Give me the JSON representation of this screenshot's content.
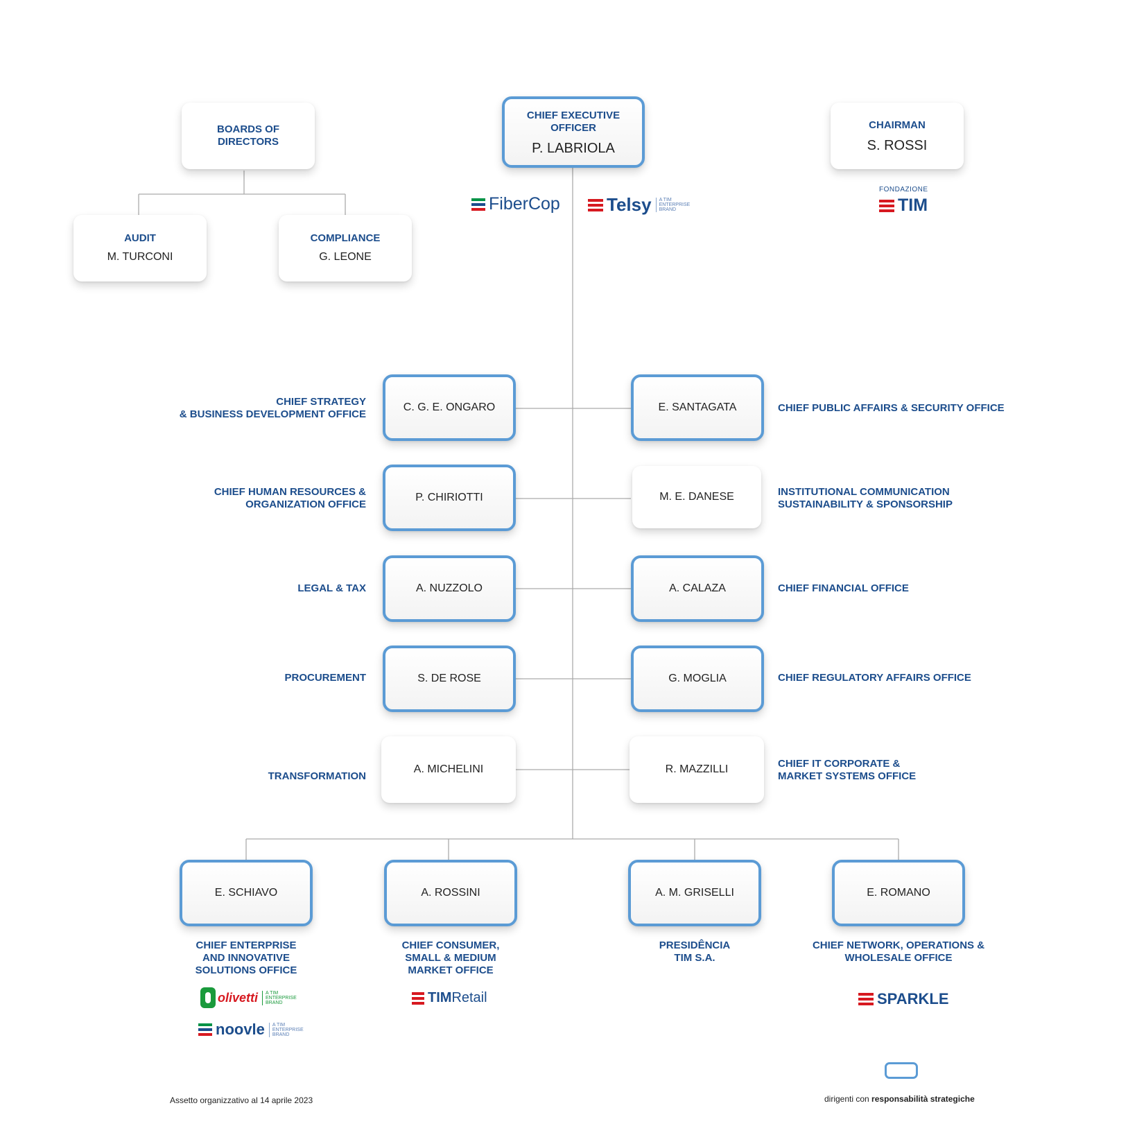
{
  "ceo": {
    "title": "CHIEF EXECUTIVE OFFICER",
    "name": "P. LABRIOLA"
  },
  "chairman": {
    "title": "CHAIRMAN",
    "name": "S. ROSSI"
  },
  "board": {
    "title": "BOARDS OF\nDIRECTORS"
  },
  "audit": {
    "title": "AUDIT",
    "name": "M. TURCONI"
  },
  "compliance": {
    "title": "COMPLIANCE",
    "name": "G. LEONE"
  },
  "logos": {
    "fibercop": "FiberCop",
    "telsy": "Telsy",
    "telsy_tag": "A TIM\nENTERPRISE\nBRAND",
    "fondazione_small": "FONDAZIONE",
    "fondazione_word": "TIM",
    "olivetti": "olivetti",
    "olivetti_tag": "A TIM\nENTERPRISE\nBRAND",
    "noovle": "noovle",
    "noovle_tag": "A TIM\nENTERPRISE\nBRAND",
    "timretail_a": "TIM",
    "timretail_b": "Retail",
    "sparkle": "SPARKLE"
  },
  "left": [
    {
      "name": "C. G. E. ONGARO",
      "label": "CHIEF STRATEGY\n& BUSINESS DEVELOPMENT OFFICE"
    },
    {
      "name": "P. CHIRIOTTI",
      "label": "CHIEF HUMAN RESOURCES &\nORGANIZATION OFFICE"
    },
    {
      "name": "A. NUZZOLO",
      "label": "LEGAL & TAX"
    },
    {
      "name": "S. DE ROSE",
      "label": "PROCUREMENT"
    },
    {
      "name": "A. MICHELINI",
      "label": "TRANSFORMATION"
    }
  ],
  "right": [
    {
      "name": "E. SANTAGATA",
      "label": "CHIEF PUBLIC AFFAIRS & SECURITY OFFICE"
    },
    {
      "name": "M. E. DANESE",
      "label": "INSTITUTIONAL COMMUNICATION\nSUSTAINABILITY & SPONSORSHIP"
    },
    {
      "name": "A. CALAZA",
      "label": "CHIEF FINANCIAL OFFICE"
    },
    {
      "name": "G. MOGLIA",
      "label": "CHIEF REGULATORY AFFAIRS OFFICE"
    },
    {
      "name": "R. MAZZILLI",
      "label": "CHIEF IT CORPORATE &\nMARKET SYSTEMS OFFICE"
    }
  ],
  "bottom": [
    {
      "name": "E. SCHIAVO",
      "label": "CHIEF ENTERPRISE\nAND INNOVATIVE\nSOLUTIONS OFFICE"
    },
    {
      "name": "A. ROSSINI",
      "label": "CHIEF CONSUMER,\nSMALL & MEDIUM\nMARKET OFFICE"
    },
    {
      "name": "A. M. GRISELLI",
      "label": "PRESIDÊNCIA\nTIM S.A."
    },
    {
      "name": "E. ROMANO",
      "label": "CHIEF NETWORK, OPERATIONS &\nWHOLESALE OFFICE"
    }
  ],
  "footer": {
    "note": "Assetto organizzativo al 14 aprile 2023",
    "legend_prefix": "dirigenti con ",
    "legend_bold": "responsabilità strategiche"
  },
  "colors": {
    "title_blue": "#1c4d8c",
    "highlight_border": "#5b9bd5",
    "tim_red": "#d71920",
    "olivetti_green": "#1a9a3c"
  }
}
